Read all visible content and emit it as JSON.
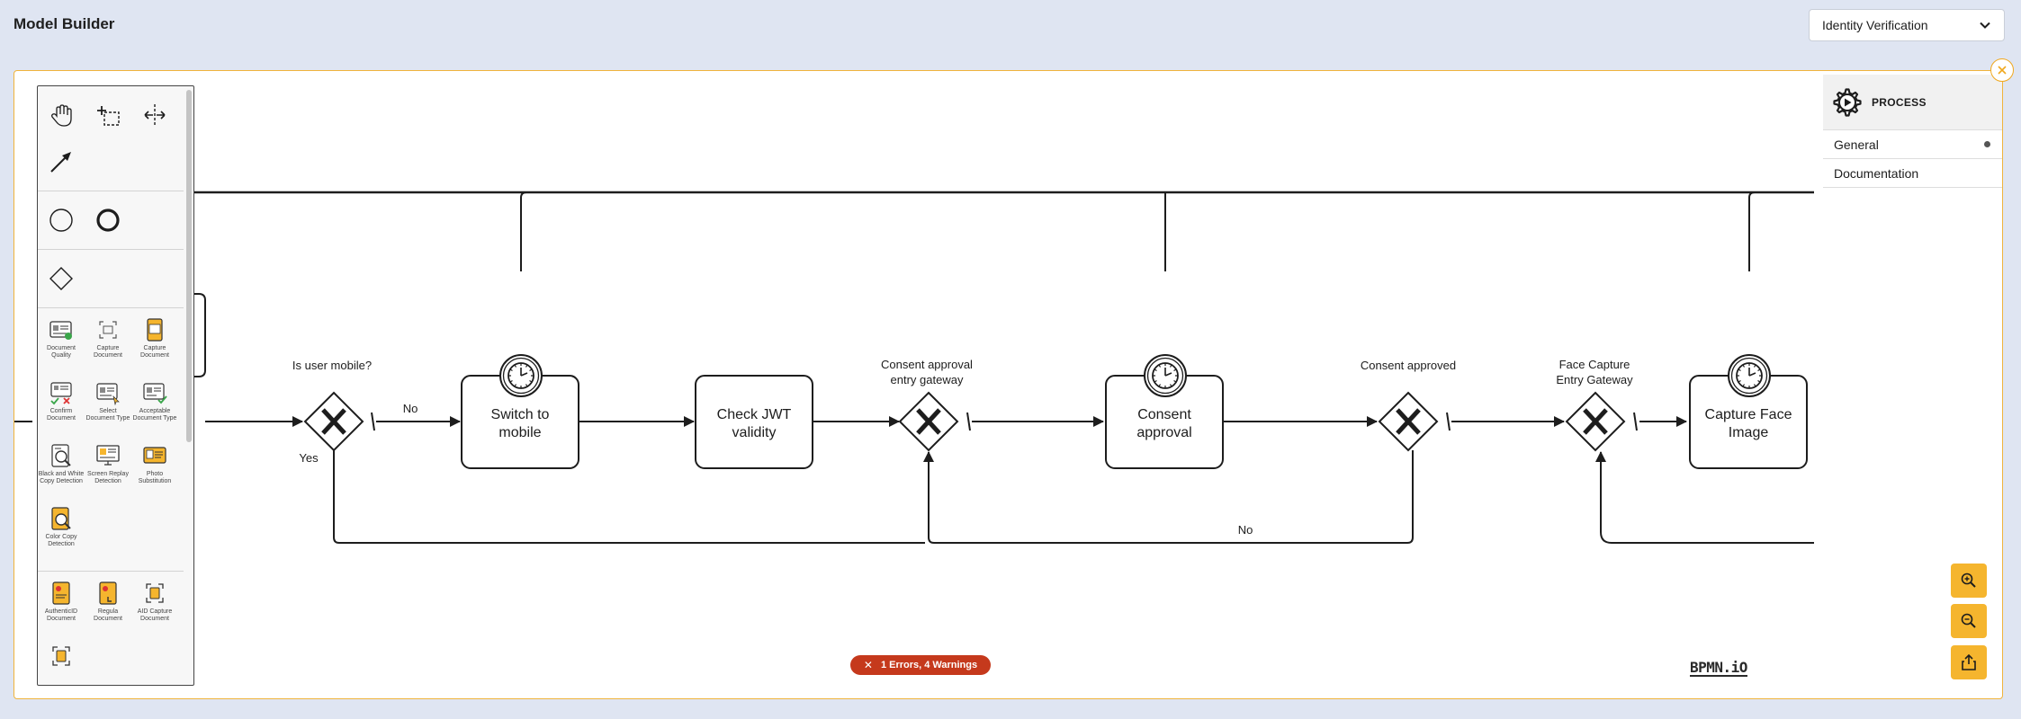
{
  "app": {
    "title": "Model Builder"
  },
  "model_select": {
    "value": "Identity Verification"
  },
  "properties": {
    "header": "PROCESS",
    "groups": [
      {
        "label": "General"
      },
      {
        "label": "Documentation"
      }
    ]
  },
  "diagram": {
    "tasks": [
      {
        "line1": "Switch to",
        "line2": "mobile"
      },
      {
        "line1": "Check JWT",
        "line2": "validity"
      },
      {
        "line1": "Consent",
        "line2": "approval"
      },
      {
        "line1": "Capture Face",
        "line2": "Image"
      }
    ],
    "gateways": [
      {
        "line1": "Is user mobile?",
        "line2": ""
      },
      {
        "line1": "Consent approval",
        "line2": "entry gateway"
      },
      {
        "line1": "Consent approved",
        "line2": ""
      },
      {
        "line1": "Face Capture",
        "line2": "Entry Gateway"
      }
    ],
    "flows": {
      "no1": "No",
      "yes1": "Yes",
      "no2": "No"
    }
  },
  "palette": {
    "tools": [
      {
        "name": "hand-tool-icon"
      },
      {
        "name": "lasso-tool-icon"
      },
      {
        "name": "space-tool-icon"
      },
      {
        "name": "connect-tool-icon"
      },
      {
        "name": "start-event-icon"
      },
      {
        "name": "end-event-icon"
      },
      {
        "name": "gateway-icon"
      }
    ],
    "document_tools": [
      {
        "line1": "Document",
        "line2": "Quality"
      },
      {
        "line1": "Capture",
        "line2": "Document"
      },
      {
        "line1": "Capture",
        "line2": "Document"
      },
      {
        "line1": "Confirm",
        "line2": "Document"
      },
      {
        "line1": "Select",
        "line2": "Document Type"
      },
      {
        "line1": "Acceptable",
        "line2": "Document Type"
      },
      {
        "line1": "Black and White",
        "line2": "Copy Detection"
      },
      {
        "line1": "Screen Replay",
        "line2": "Detection"
      },
      {
        "line1": "Photo",
        "line2": "Substitution"
      },
      {
        "line1": "Color Copy",
        "line2": "Detection"
      }
    ],
    "vendor_tools": [
      {
        "line1": "AuthenticID",
        "line2": "Document"
      },
      {
        "line1": "Regula",
        "line2": "Document"
      },
      {
        "line1": "AID Capture",
        "line2": "Document"
      }
    ]
  },
  "status": {
    "errors": "1 Errors, 4 Warnings"
  },
  "logo": {
    "text": "BPMN.iO"
  },
  "colors": {
    "accent": "#f5b52e",
    "error": "#c5391c",
    "canvas_border": "#f0b43c"
  }
}
